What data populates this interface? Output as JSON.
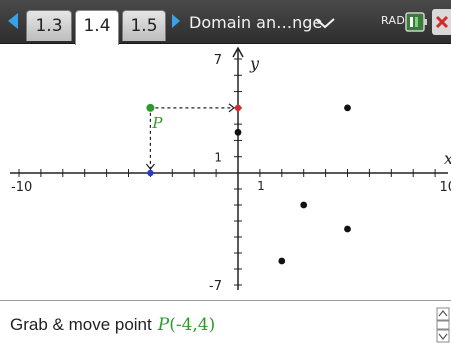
{
  "header": {
    "tabs": [
      {
        "label": "1.3",
        "active": false
      },
      {
        "label": "1.4",
        "active": true
      },
      {
        "label": "1.5",
        "active": false
      }
    ],
    "document_title": "Domain an…nge",
    "angle_mode": "RAD",
    "accent_color": "#3aa0e8"
  },
  "graph": {
    "x_axis_label": "x",
    "y_axis_label": "y",
    "x_min_label": "-10",
    "x_max_label": "10",
    "x_one_label": "1",
    "y_max_label": "7",
    "y_min_label": "-7",
    "y_one_label": "1",
    "point_label": "P",
    "point_color": "#2e9a2e",
    "marker_color_x": "#2a3ac8",
    "marker_color_y": "#d42a2a",
    "chart_data": {
      "type": "scatter",
      "xlim": [
        -10,
        10
      ],
      "ylim": [
        -7,
        7
      ],
      "grid": false,
      "movable_point": {
        "name": "P",
        "x": -4,
        "y": 4
      },
      "points": [
        {
          "x": 0,
          "y": 2.5
        },
        {
          "x": 5,
          "y": 4
        },
        {
          "x": 3,
          "y": -2
        },
        {
          "x": 5,
          "y": -3.5
        },
        {
          "x": 2,
          "y": -5.5
        }
      ]
    }
  },
  "footer": {
    "instruction": "Grab & move point",
    "point_ref": "P",
    "coords": "(-4,4)"
  },
  "icons": {
    "left_nav": "triangle-left-icon",
    "right_nav": "triangle-right-icon",
    "dropdown": "chevron-down-icon",
    "battery": "battery-icon",
    "close": "close-icon",
    "scroll": "scroll-arrows-icon"
  }
}
